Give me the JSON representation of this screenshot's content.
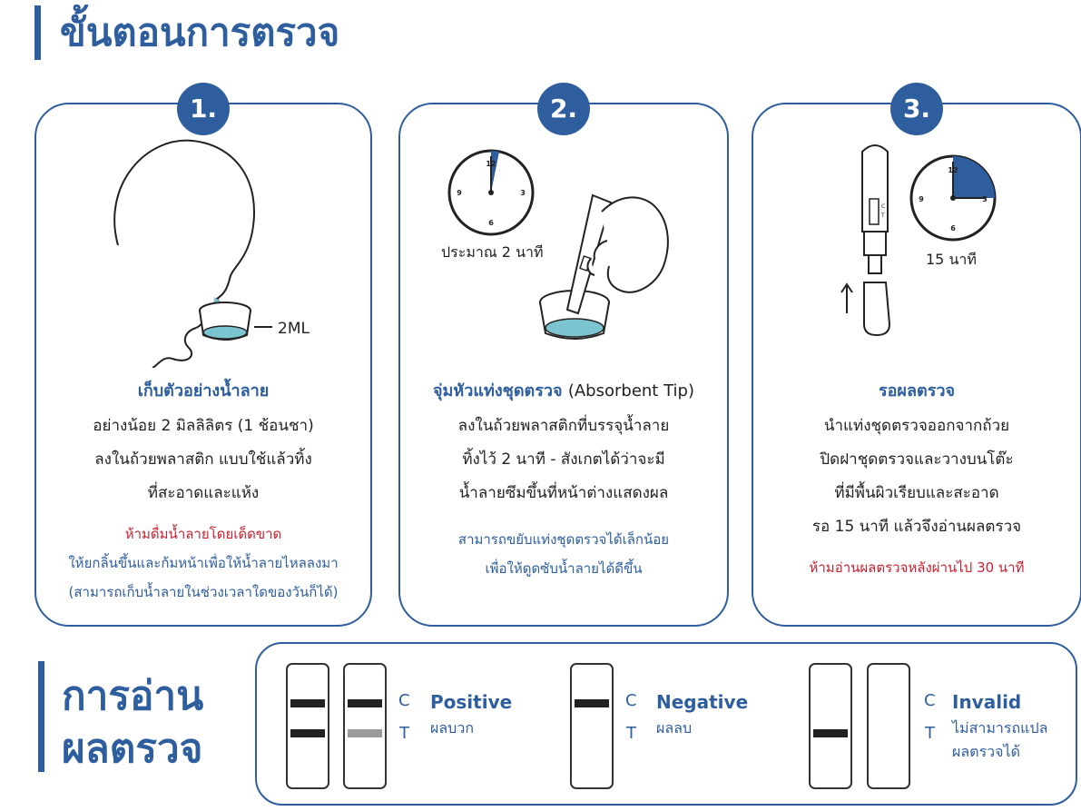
{
  "page_title": "ขั้นตอนการตรวจ",
  "steps": [
    {
      "number": "1.",
      "volume_label": "2ML",
      "title": "เก็บตัวอย่างน้ำลาย",
      "lines": [
        "อย่างน้อย 2 มิลลิลิตร (1 ช้อนชา)",
        "ลงในถ้วยพลาสติก แบบใช้แล้วทิ้ง",
        "ที่สะอาดและแห้ง"
      ],
      "warning": "ห้ามดื่มน้ำลายโดยเด็ดขาด",
      "notes": [
        "ให้ยกลิ้นขึ้นและก้มหน้าเพื่อให้น้ำลายไหลลงมา",
        "(สามารถเก็บน้ำลายในช่วงเวลาใดของวันก็ได้)"
      ]
    },
    {
      "number": "2.",
      "time_label": "ประมาณ 2 นาที",
      "title": "จุ่มหัวแท่งชุดตรวจ",
      "title_extra": "(Absorbent Tip)",
      "lines": [
        "ลงในถ้วยพลาสติกที่บรรจุน้ำลาย",
        "ทิ้งไว้ 2 นาที - สังเกตได้ว่าจะมี",
        "น้ำลายซึมขึ้นที่หน้าต่างแสดงผล"
      ],
      "notes": [
        "สามารถขยับแท่งชุดตรวจได้เล็กน้อย",
        "เพื่อให้ดูดซับน้ำลายได้ดีขึ้น"
      ]
    },
    {
      "number": "3.",
      "time_label": "15 นาที",
      "title": "รอผลตรวจ",
      "lines": [
        "นำแท่งชุดตรวจออกจากถ้วย",
        "ปิดฝาชุดตรวจและวางบนโต๊ะ",
        "ที่มีพื้นผิวเรียบและสะอาด",
        "รอ 15 นาที แล้วจึงอ่านผลตรวจ"
      ],
      "warning": "ห้ามอ่านผลตรวจหลังผ่านไป 30 นาที"
    }
  ],
  "clock": {
    "n12": "12",
    "n3": "3",
    "n6": "6",
    "n9": "9"
  },
  "strip_letters": {
    "c": "C",
    "t": "T"
  },
  "reading": {
    "title_line1": "การอ่าน",
    "title_line2": "ผลตรวจ",
    "c_label": "C",
    "t_label": "T",
    "results": [
      {
        "name": "Positive",
        "desc": "ผลบวก"
      },
      {
        "name": "Negative",
        "desc": "ผลลบ"
      },
      {
        "name": "Invalid",
        "desc_line1": "ไม่สามารถแปล",
        "desc_line2": "ผลตรวจได้"
      }
    ]
  },
  "colors": {
    "accent": "#2e5e9e",
    "warning": "#c8202f",
    "liquid": "#7cc4cf",
    "strip_line": "#222222",
    "faint_line": "#9a9a9a"
  }
}
